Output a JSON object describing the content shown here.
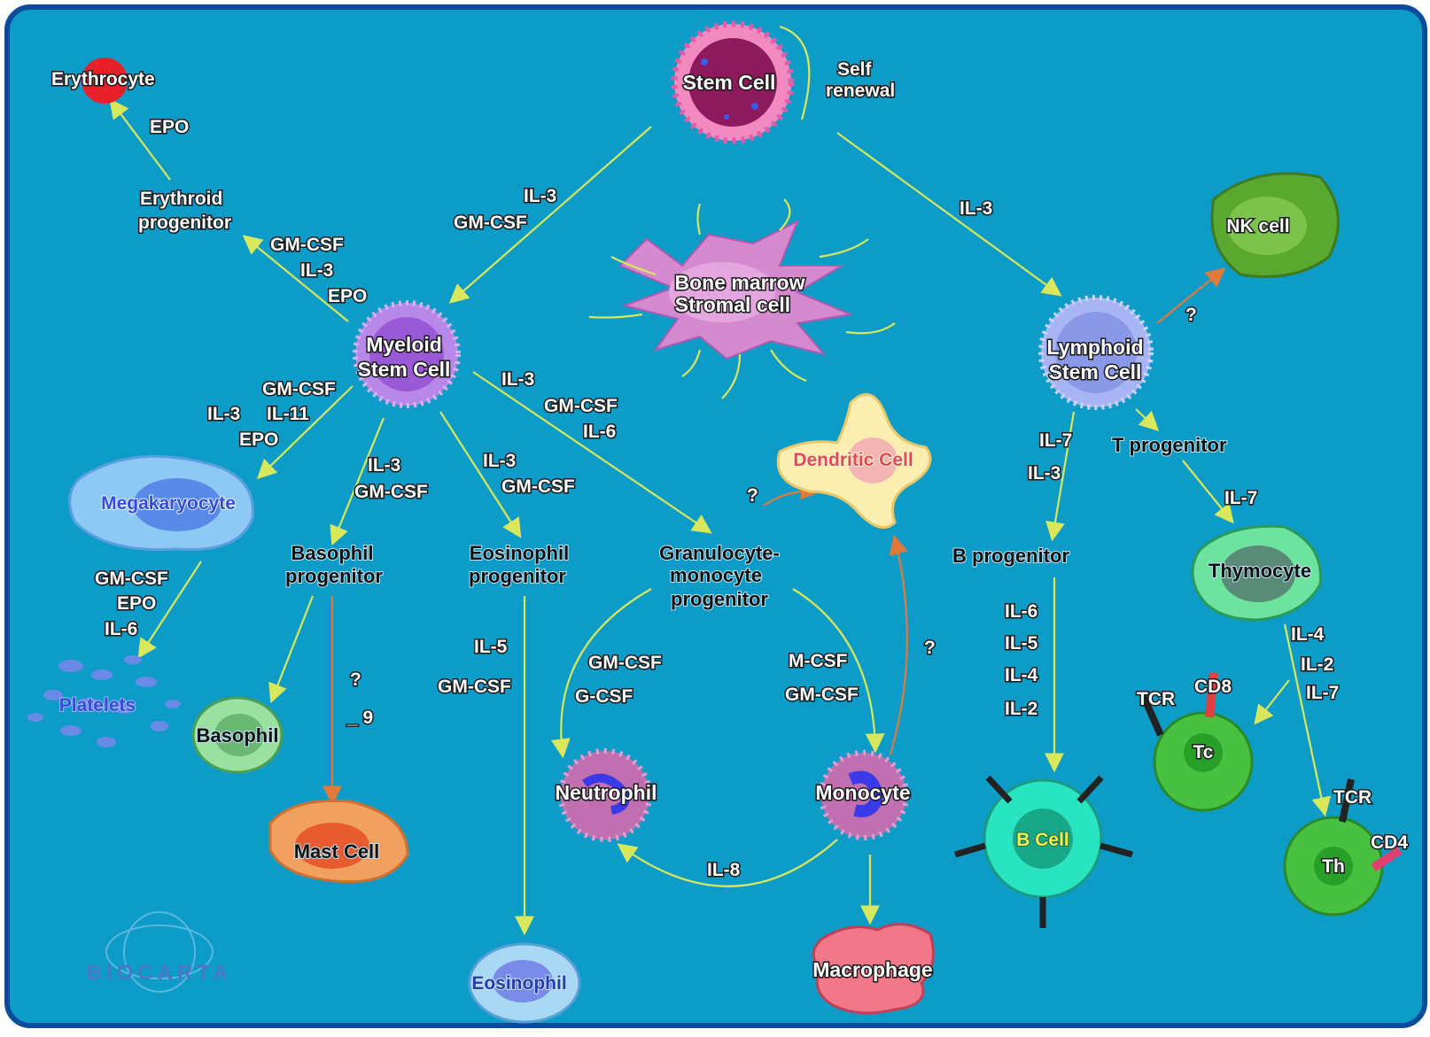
{
  "colors": {
    "background": "#0d9bc7",
    "frame": "#0a4c9c",
    "arrow": "#d8e85a",
    "arrow_alt": "#e07a3a"
  },
  "cells": {
    "stem": "Stem Cell",
    "self_renewal_1": "Self",
    "self_renewal_2": "renewal",
    "erythrocyte": "Erythrocyte",
    "erythroid_1": "Erythroid",
    "erythroid_2": "progenitor",
    "myeloid_1": "Myeloid",
    "myeloid_2": "Stem Cell",
    "stromal_1": "Bone marrow",
    "stromal_2": "Stromal cell",
    "lymphoid_1": "Lymphoid",
    "lymphoid_2": "Stem Cell",
    "nk": "NK cell",
    "megakaryocyte": "Megakaryocyte",
    "platelets": "Platelets",
    "basophil_prog_1": "Basophil",
    "basophil_prog_2": "progenitor",
    "basophil": "Basophil",
    "mast": "Mast Cell",
    "eosinophil_prog_1": "Eosinophil",
    "eosinophil_prog_2": "progenitor",
    "eosinophil": "Eosinophil",
    "gm_prog_1": "Granulocyte-",
    "gm_prog_2": "monocyte",
    "gm_prog_3": "progenitor",
    "neutrophil": "Neutrophil",
    "monocyte": "Monocyte",
    "macrophage": "Macrophage",
    "dendritic": "Dendritic Cell",
    "b_progenitor": "B progenitor",
    "b_cell": "B Cell",
    "t_progenitor": "T progenitor",
    "thymocyte": "Thymocyte",
    "tc": "Tc",
    "th": "Th",
    "tcr_1": "TCR",
    "tcr_2": "TCR",
    "cd8": "CD8",
    "cd4": "CD4"
  },
  "factors": {
    "epo": "EPO",
    "stem_myeloid_1": "IL-3",
    "stem_myeloid_2": "GM-CSF",
    "stem_lymphoid": "IL-3",
    "erythroid_1": "GM-CSF",
    "erythroid_2": "IL-3",
    "erythroid_3": "EPO",
    "mega_1": "GM-CSF",
    "mega_2": "IL-3",
    "mega_3": "IL-11",
    "mega_4": "EPO",
    "platelet_1": "GM-CSF",
    "platelet_2": "EPO",
    "platelet_3": "IL-6",
    "baso_1": "IL-3",
    "baso_2": "GM-CSF",
    "eos_1": "IL-3",
    "eos_2": "GM-CSF",
    "gm_1": "IL-3",
    "gm_2": "GM-CSF",
    "gm_3": "IL-6",
    "mast_q": "?",
    "mast_partial": "_ 9",
    "eos_final_1": "IL-5",
    "eos_final_2": "GM-CSF",
    "neut_1": "GM-CSF",
    "neut_2": "G-CSF",
    "mono_1": "M-CSF",
    "mono_2": "GM-CSF",
    "il8": "IL-8",
    "dend_q1": "?",
    "dend_q2": "?",
    "nk_q": "?",
    "b_1": "IL-7",
    "b_2": "IL-3",
    "t_il7": "IL-7",
    "bcell_1": "IL-6",
    "bcell_2": "IL-5",
    "bcell_3": "IL-4",
    "bcell_4": "IL-2",
    "t_1": "IL-4",
    "t_2": "IL-2",
    "t_3": "IL-7"
  },
  "logo": "BIOCARTA"
}
